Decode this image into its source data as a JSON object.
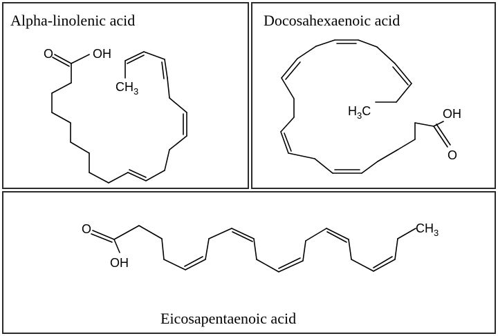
{
  "panels": [
    {
      "name": "Alpha-linolenic acid",
      "labels": {
        "oxygen": "O",
        "hydroxyl": "OH",
        "methyl": "CH",
        "methyl_sub": "3"
      }
    },
    {
      "name": "Docosahexaenoic acid",
      "labels": {
        "methyl_prefix": "H",
        "methyl_sub": "3",
        "methyl_suffix": "C",
        "hydroxyl": "OH",
        "oxygen": "O"
      }
    },
    {
      "name": "Eicosapentaenoic acid",
      "labels": {
        "oxygen": "O",
        "hydroxyl": "OH",
        "methyl": "CH",
        "methyl_sub": "3"
      }
    }
  ]
}
